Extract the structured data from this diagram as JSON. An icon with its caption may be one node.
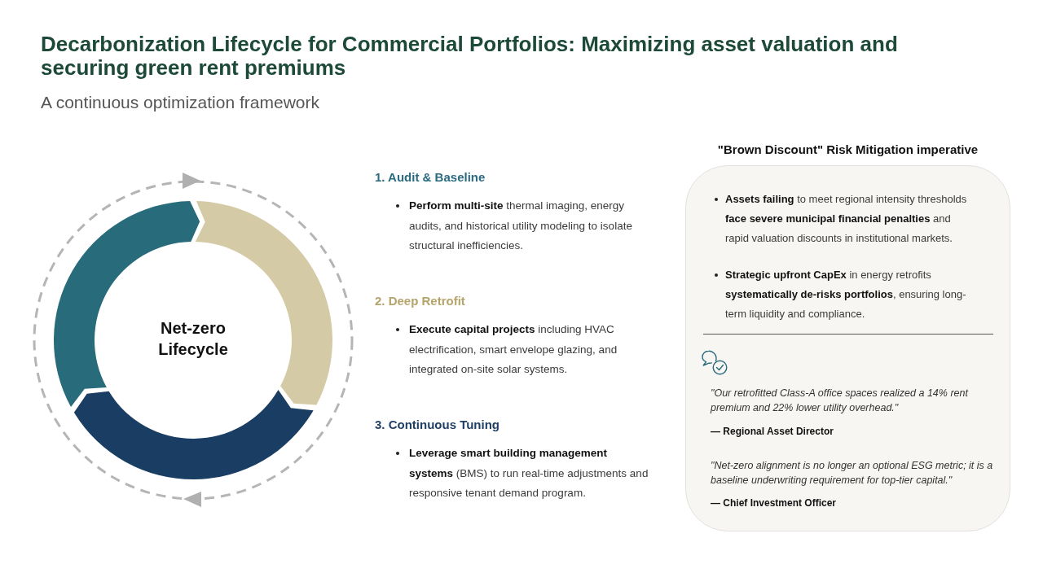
{
  "diagram": {
    "title": "Decarbonization Lifecycle for Commercial Portfolios: Maximizing asset valuation and securing green rent premiums",
    "nodes": [
      {
        "text": [
          "Net-zero Lifecycle"
        ]
      },
      {
        "text": [
          "\"Brown Discount\" Risk Mitigation imperative",
          "**Assets failing** to meet regional intensity thresholds **face severe municipal financial penalties** and rapid valuation discounts in institutional markets.",
          "**Strategic upfront CapEx** in energy retrofits **systematically de-risks portfolios**, ensuring long-term liquidity and compliance.",
          "\"Our retrofitted Class-A office spaces realized a 14% rent premium and 22% lower utility overhead.\"",
          "— Regional Asset Director",
          "\"Net-zero alignment is no longer an optional ESG metric; it is a baseline underwriting requirement for top-tier capital.\"",
          "— Chief Investment Officer"
        ]
      }
    ],
    "labels": [
      "A continuous optimization framework",
      "1. Audit & Baseline",
      "**Perform multi-site** thermal imaging, energy audits, and historical utility modeling to isolate structural inefficiencies.",
      "2. Deep Retrofit",
      "**Execute capital projects** including HVAC electrification, smart envelope glazing, and integrated on-site solar systems.",
      "3. Continuous Tuning",
      "**Leverage smart building management systems** (BMS) to run real-time adjustments and responsive tenant demand program."
    ]
  }
}
